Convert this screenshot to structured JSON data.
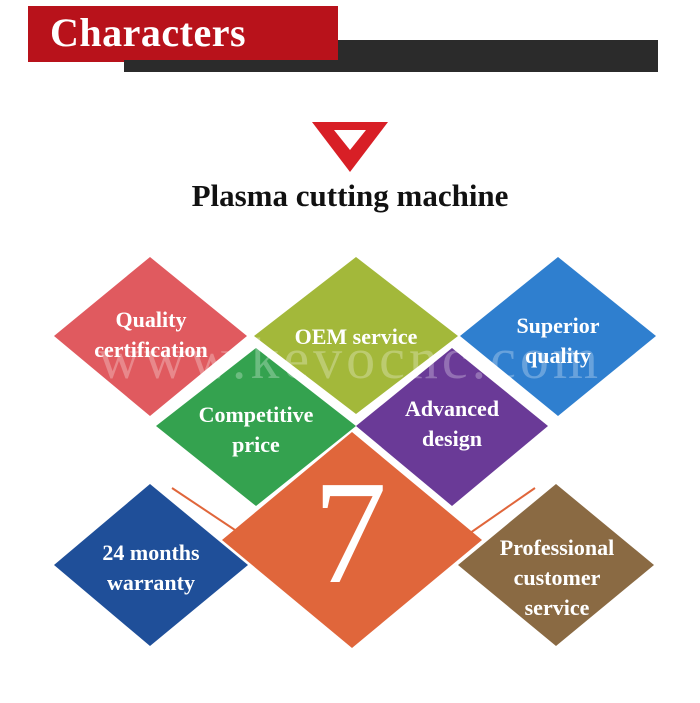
{
  "header": {
    "title": "Characters"
  },
  "subtitle": "Plasma cutting machine",
  "center_number": "7",
  "watermark": "www.kevocnc.com",
  "features": [
    {
      "label_line1": "Quality",
      "label_line2": "certification",
      "color": "#e05a5f"
    },
    {
      "label_line1": "OEM service",
      "label_line2": "",
      "color": "#a3b83a"
    },
    {
      "label_line1": "Superior",
      "label_line2": "quality",
      "color": "#2f7fcf"
    },
    {
      "label_line1": "Competitive",
      "label_line2": "price",
      "color": "#34a24f"
    },
    {
      "label_line1": "Advanced",
      "label_line2": "design",
      "color": "#6a3a97"
    },
    {
      "label_line1": "24 months",
      "label_line2": "warranty",
      "color": "#1f4f99"
    },
    {
      "label_line1": "Professional",
      "label_line2": "customer",
      "label_line3": "service",
      "color": "#8a6a43"
    }
  ],
  "colors": {
    "header_red": "#b8121b",
    "header_dark": "#2b2b2b",
    "center": "#e0663b",
    "marker": "#d81f26"
  }
}
